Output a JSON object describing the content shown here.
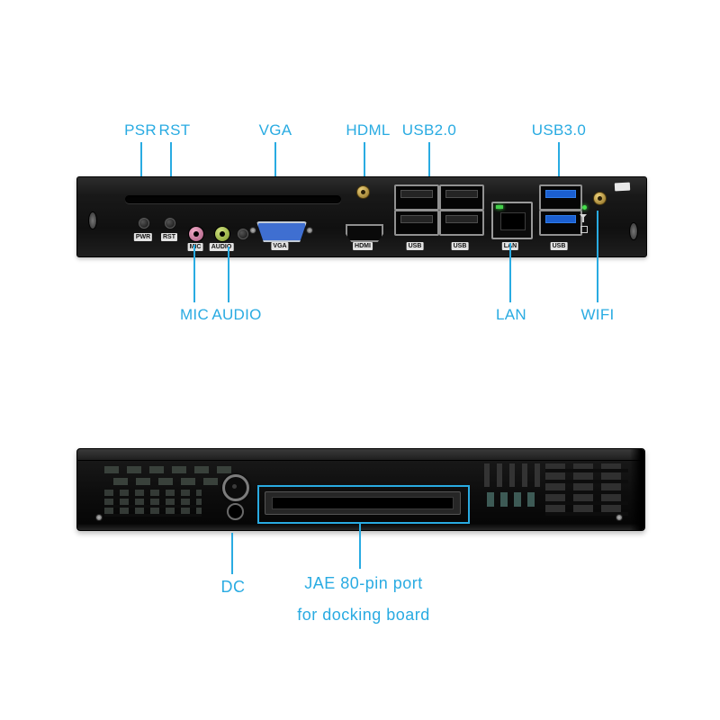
{
  "colors": {
    "accent": "#29abe2",
    "chassis": "#141414",
    "usb3_blue": "#1b5fd0",
    "mic_pink": "#d9739f",
    "audio_green": "#a4c639"
  },
  "top_view": {
    "callouts_top": [
      {
        "label": "PSR"
      },
      {
        "label": "RST"
      },
      {
        "label": "VGA"
      },
      {
        "label": "HDML"
      },
      {
        "label": "USB2.0"
      },
      {
        "label": "USB3.0"
      }
    ],
    "callouts_bottom": [
      {
        "label": "MIC"
      },
      {
        "label": "AUDIO"
      },
      {
        "label": "LAN"
      },
      {
        "label": "WIFI"
      }
    ],
    "panel_labels": {
      "pwr": "PWR",
      "rst": "RST",
      "mic": "MIC",
      "audio": "AUDIO",
      "vga": "VGA",
      "hdmi": "HDMI",
      "usb_a": "USB",
      "usb_b": "USB",
      "lan": "LAN",
      "usb3": "USB"
    }
  },
  "bottom_view": {
    "callouts": [
      {
        "label": "DC"
      },
      {
        "label": "JAE 80-pin port"
      },
      {
        "label": "for docking board"
      }
    ]
  }
}
